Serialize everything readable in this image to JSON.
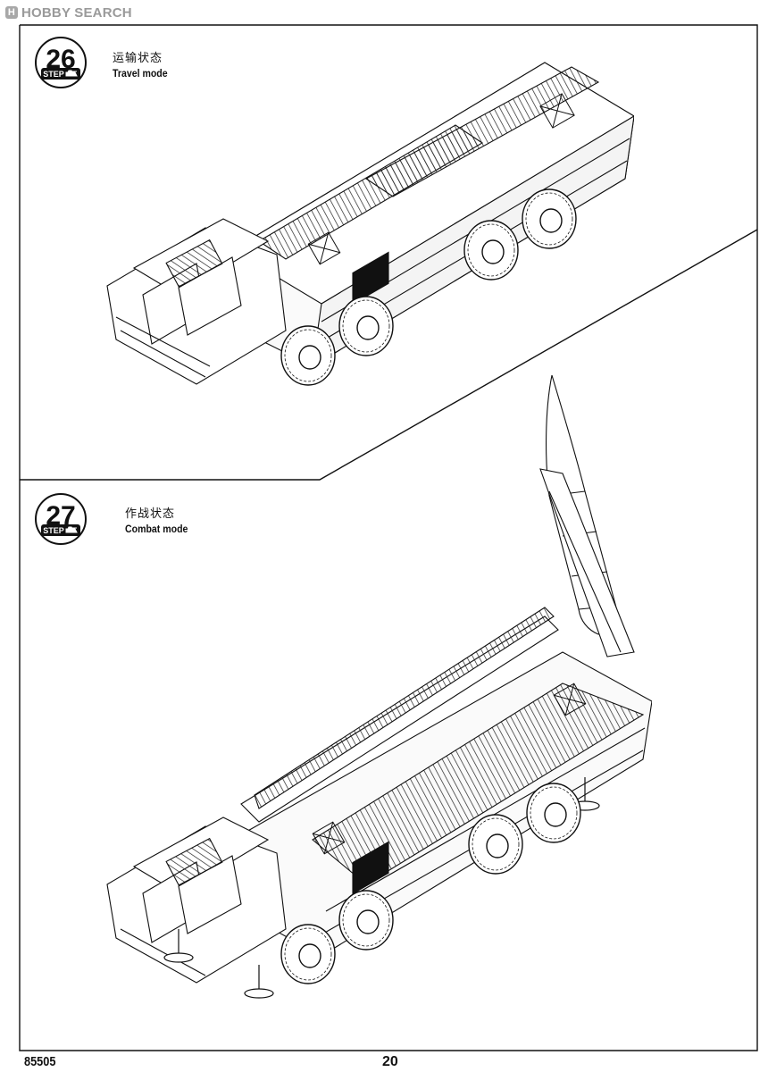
{
  "watermark": {
    "text": "HOBBY SEARCH",
    "mark": "H"
  },
  "steps": [
    {
      "number": "26",
      "label": "STEP",
      "title_zh": "运输状态",
      "title_en": "Travel mode"
    },
    {
      "number": "27",
      "label": "STEP",
      "title_zh": "作战状态",
      "title_en": "Combat mode"
    }
  ],
  "footer": {
    "kit_number": "85505",
    "page_number": "20"
  }
}
